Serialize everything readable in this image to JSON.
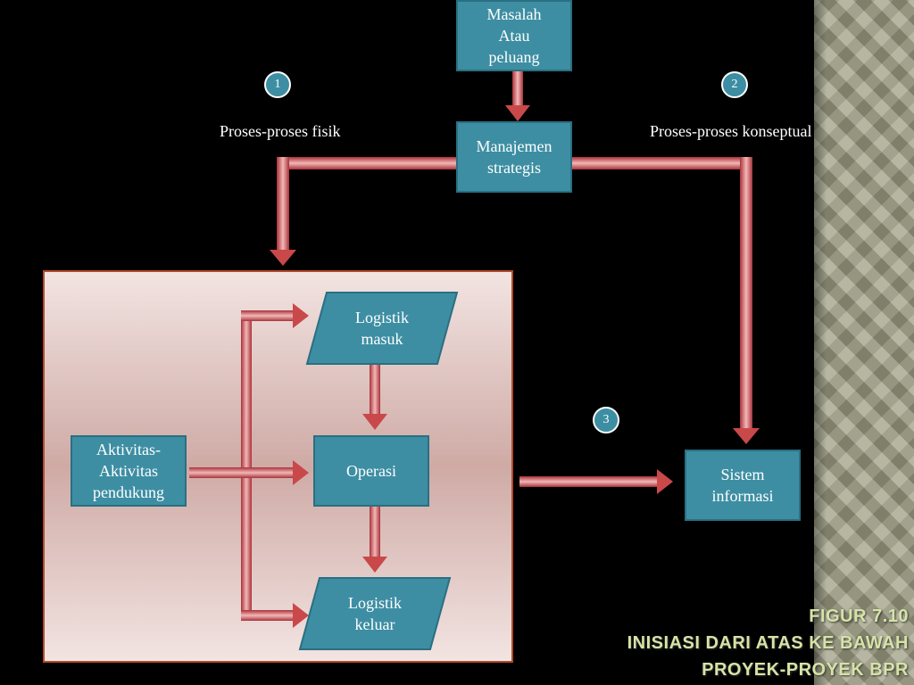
{
  "diagram": {
    "nodes": {
      "problem": "Masalah\nAtau\npeluang",
      "strategy": "Manajemen\nstrategis",
      "logistics_in": "Logistik\nmasuk",
      "operations": "Operasi",
      "logistics_out": "Logistik\nkeluar",
      "support": "Aktivitas-\nAktivitas\npendukung",
      "info_system": "Sistem\ninformasi"
    },
    "labels": {
      "physical": "Proses-proses fisik",
      "conceptual": "Proses-proses konseptual"
    },
    "steps": [
      "1",
      "2",
      "3"
    ]
  },
  "title": {
    "line1": "FIGUR 7.10",
    "line2": "INISIASI DARI ATAS KE BAWAH",
    "line3": "PROYEK-PROYEK BPR"
  },
  "colors": {
    "box_fill": "#3d8ea3",
    "arrow_fill": "#c9484a",
    "panel_fill": "#e6cfcc",
    "title_text": "#d6e3a6"
  }
}
